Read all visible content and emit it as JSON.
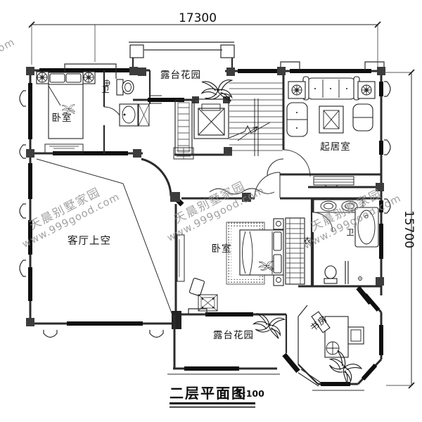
{
  "drawing": {
    "title": "二层平面图",
    "scale": "1:100",
    "dimensions": {
      "top_width": "17300",
      "right_height": "15700"
    },
    "watermark": {
      "line1": "天晨别墅家园",
      "line2": "www.999good.com"
    },
    "rooms": {
      "bedroom_upper": "卧室",
      "bath_upper": "卫",
      "terrace_upper": "露台花园",
      "living_room": "起居室",
      "void_over_living": "客厅上空",
      "bedroom_master": "卧室",
      "closet": "衣",
      "bath_master": "卫",
      "terrace_lower": "露台花园",
      "study": "书房"
    },
    "colors": {
      "line": "#2b2b2b",
      "window_band": "#0f0f0f",
      "column": "#3d3d3d",
      "watermark": "#8d8d8d",
      "background": "#ffffff"
    }
  }
}
